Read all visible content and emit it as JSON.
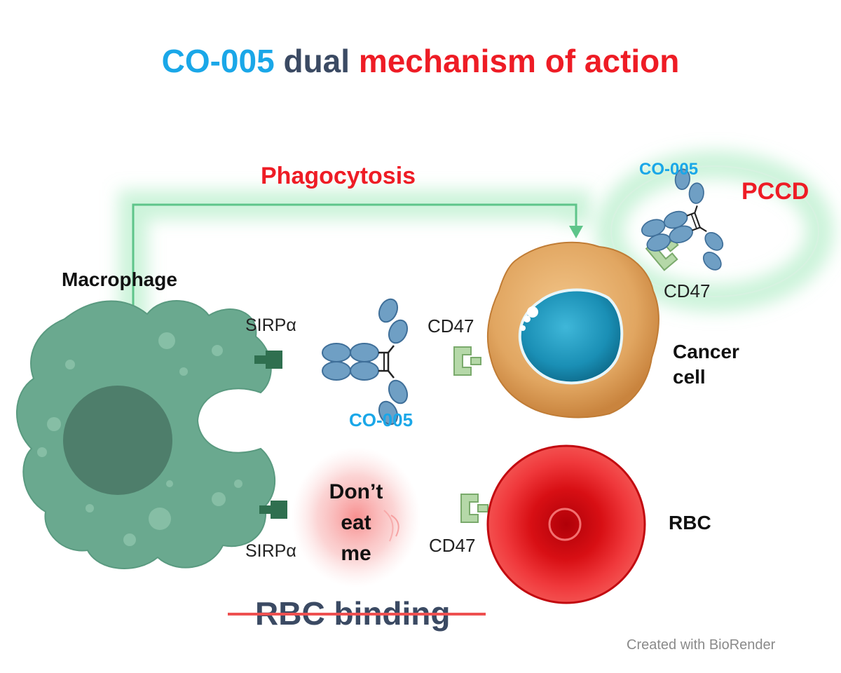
{
  "title": {
    "part1": "CO-005",
    "part2": "dual",
    "part3": "mechanism of action"
  },
  "labels": {
    "phagocytosis": "Phagocytosis",
    "pccd": "PCCD",
    "co005_top": "CO-005",
    "cd47_top": "CD47",
    "macrophage": "Macrophage",
    "sirpa_upper": "SIRPα",
    "sirpa_lower": "SIRPα",
    "cd47_mid": "CD47",
    "co005_mid": "CO-005",
    "cancer_cell": [
      "Cancer",
      "cell"
    ],
    "dont_eat_me": [
      "Don’t",
      "eat",
      "me"
    ],
    "cd47_lower": "CD47",
    "rbc": "RBC",
    "rbc_binding": "RBC binding",
    "credit": "Created with BioRender"
  },
  "colors": {
    "cyan": "#1aa7e8",
    "slate": "#3b4a63",
    "red": "#ee1c25",
    "macrophage": "#6aa98f",
    "cancer_cell": "#e0a661",
    "nucleus": "#1a8fb5",
    "rbc": "#d80f14",
    "antibody": "#6f9fc4",
    "cd47_receptor": "#b5d8a8",
    "sirpa": "#2f6f4f"
  }
}
